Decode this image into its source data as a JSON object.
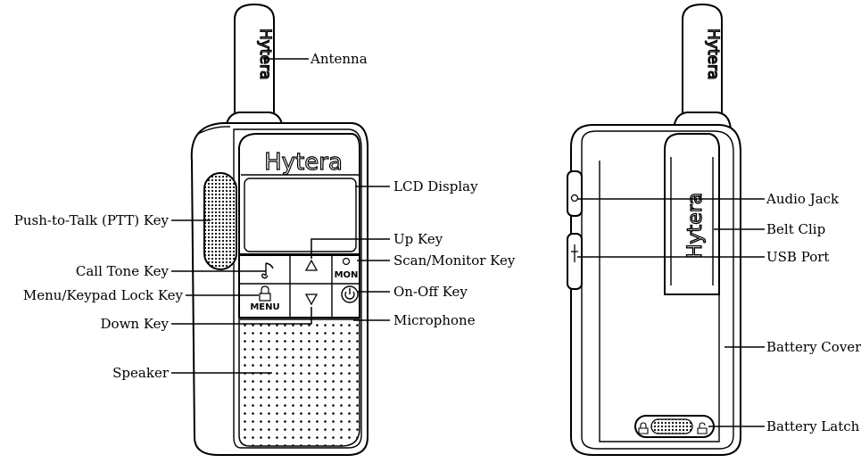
{
  "front": {
    "brand": "Hytera",
    "antenna_brand": "Hytera",
    "labels": {
      "antenna": "Antenna",
      "lcd_display": "LCD Display",
      "ptt_key": "Push-to-Talk (PTT) Key",
      "up_key": "Up Key",
      "call_tone_key": "Call Tone Key",
      "scan_monitor_key": "Scan/Monitor Key",
      "menu_lock_key": "Menu/Keypad Lock Key",
      "on_off_key": "On-Off Key",
      "down_key": "Down Key",
      "microphone": "Microphone",
      "speaker": "Speaker"
    },
    "keys": {
      "mon": "MON",
      "menu": "MENU"
    }
  },
  "back": {
    "clip_brand": "Hytera",
    "antenna_brand": "Hytera",
    "labels": {
      "audio_jack": "Audio Jack",
      "belt_clip": "Belt Clip",
      "usb_port": "USB Port",
      "battery_cover": "Battery Cover",
      "battery_latch": "Battery Latch"
    }
  }
}
